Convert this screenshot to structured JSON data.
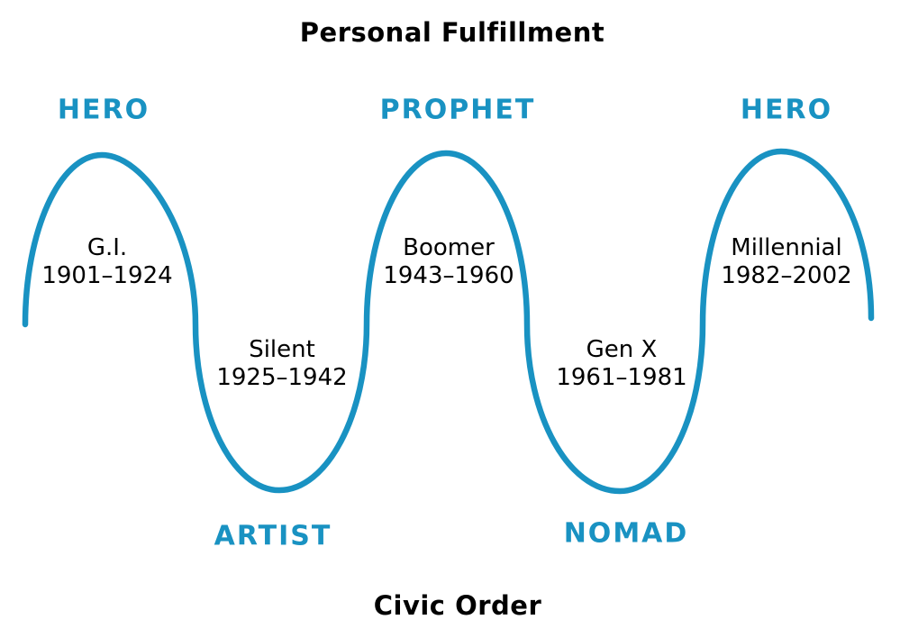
{
  "axis": {
    "top": "Personal Fulfillment",
    "bottom": "Civic Order"
  },
  "archetypes": {
    "peaks": [
      {
        "label": "HERO"
      },
      {
        "label": "PROPHET"
      },
      {
        "label": "HERO"
      }
    ],
    "troughs": [
      {
        "label": "ARTIST"
      },
      {
        "label": "NOMAD"
      }
    ]
  },
  "generations": [
    {
      "name": "G.I.",
      "years": "1901–1924",
      "archetype": "HERO",
      "wave_position": "peak"
    },
    {
      "name": "Silent",
      "years": "1925–1942",
      "archetype": "ARTIST",
      "wave_position": "trough"
    },
    {
      "name": "Boomer",
      "years": "1943–1960",
      "archetype": "PROPHET",
      "wave_position": "peak"
    },
    {
      "name": "Gen X",
      "years": "1961–1981",
      "archetype": "NOMAD",
      "wave_position": "trough"
    },
    {
      "name": "Millennial",
      "years": "1982–2002",
      "archetype": "HERO",
      "wave_position": "peak"
    }
  ],
  "colors": {
    "accent": "#1992c2",
    "text": "#000000",
    "background": "#ffffff"
  }
}
